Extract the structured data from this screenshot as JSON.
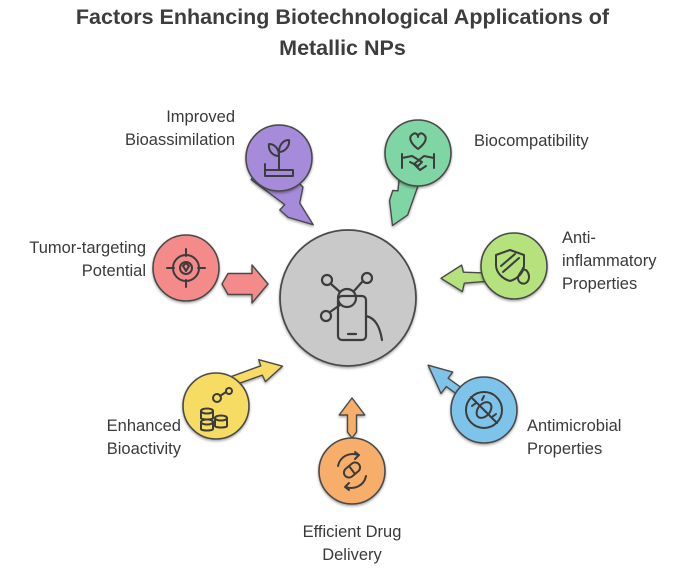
{
  "title": {
    "line1": "Factors Enhancing Biotechnological Applications of",
    "line2": "Metallic NPs"
  },
  "center": {
    "icon": "molecule-phone-hand-icon",
    "color": "#c9c9c9"
  },
  "factors": [
    {
      "id": "bioassimilation",
      "lines": [
        "Improved",
        "Bioassimilation"
      ],
      "color": "#a78bdb",
      "icon": "plant-hand-icon"
    },
    {
      "id": "biocompatibility",
      "lines": [
        "Biocompatibility"
      ],
      "color": "#7fd6a4",
      "icon": "heart-handshake-icon"
    },
    {
      "id": "anti-inflammatory",
      "lines": [
        "Anti-",
        "inflammatory",
        "Properties"
      ],
      "color": "#b5e27b",
      "icon": "shield-flame-icon"
    },
    {
      "id": "antimicrobial",
      "lines": [
        "Antimicrobial",
        "Properties"
      ],
      "color": "#7ec3ea",
      "icon": "no-bacteria-icon"
    },
    {
      "id": "drug-delivery",
      "lines": [
        "Efficient Drug",
        "Delivery"
      ],
      "color": "#f7ae6a",
      "icon": "pill-cycle-icon"
    },
    {
      "id": "bioactivity",
      "lines": [
        "Enhanced",
        "Bioactivity"
      ],
      "color": "#f7dc63",
      "icon": "molecule-stack-icon"
    },
    {
      "id": "tumor",
      "lines": [
        "Tumor-targeting",
        "Potential"
      ],
      "color": "#f58a8a",
      "icon": "target-icon"
    }
  ]
}
